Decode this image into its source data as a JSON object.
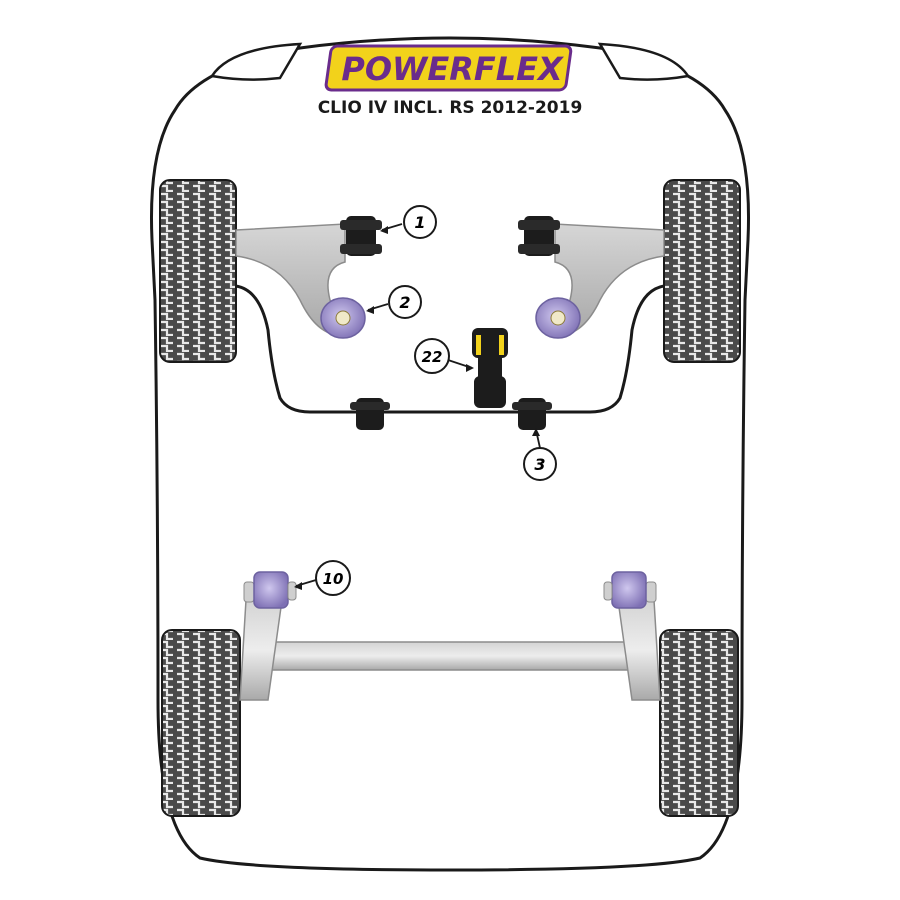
{
  "brand": {
    "name": "POWERFLEX",
    "model": "CLIO IV INCL. RS 2012-2019"
  },
  "colors": {
    "outline": "#1a1a1a",
    "tyre": "#4a4a4a",
    "tread": "#e8e8e8",
    "arm": "#b9b9b9",
    "bush_purple": "#8a7fb8",
    "bush_black": "#1c1c1c",
    "logo_yellow": "#f2d21b",
    "logo_purple": "#6a2c8c"
  },
  "callouts": [
    {
      "id": "1",
      "label": "1"
    },
    {
      "id": "2",
      "label": "2"
    },
    {
      "id": "22",
      "label": "22"
    },
    {
      "id": "3",
      "label": "3"
    },
    {
      "id": "10",
      "label": "10"
    }
  ]
}
